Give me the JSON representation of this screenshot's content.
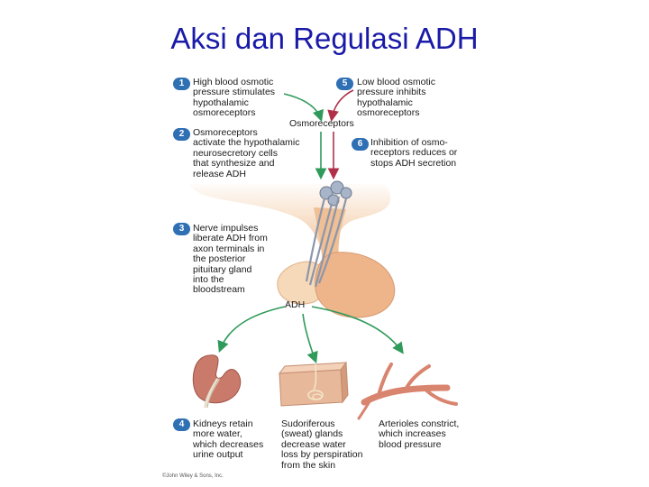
{
  "title": "Aksi dan Regulasi ADH",
  "steps": [
    {
      "num": "1",
      "text": "High blood osmotic\npressure stimulates\nhypothalamic\nosmoreceptors"
    },
    {
      "num": "2",
      "text": "Osmoreceptors\nactivate the hypothalamic\nneurosecretory cells\nthat synthesize and\nrelease ADH"
    },
    {
      "num": "3",
      "text": "Nerve impulses\nliberate ADH from\naxon terminals in\nthe posterior\npituitary gland\ninto the\nbloodstream"
    },
    {
      "num": "4",
      "text": "Kidneys retain\nmore water,\nwhich decreases\nurine output"
    },
    {
      "num": "5",
      "text": "Low blood osmotic\npressure inhibits\nhypothalamic\nosmoreceptors"
    },
    {
      "num": "6",
      "text": "Inhibition of osmo-\nreceptors reduces or\nstops ADH secretion"
    }
  ],
  "labels": {
    "osmoreceptors": "Osmoreceptors",
    "adh": "ADH",
    "sweat": "Sudoriferous\n(sweat) glands\ndecrease water\nloss by perspiration\nfrom the skin",
    "arterioles": "Arterioles constrict,\nwhich increases\nblood pressure"
  },
  "copyright": "©John Wiley & Sons, Inc.",
  "colors": {
    "title": "#1a1aa8",
    "badge": "#2f6fb4",
    "stimulate_arrow": "#2f9a5a",
    "inhibit_arrow": "#b0304a",
    "pituitary": "#f2c9a2",
    "kidney": "#c97a6a",
    "arteriole": "#d9846e"
  }
}
